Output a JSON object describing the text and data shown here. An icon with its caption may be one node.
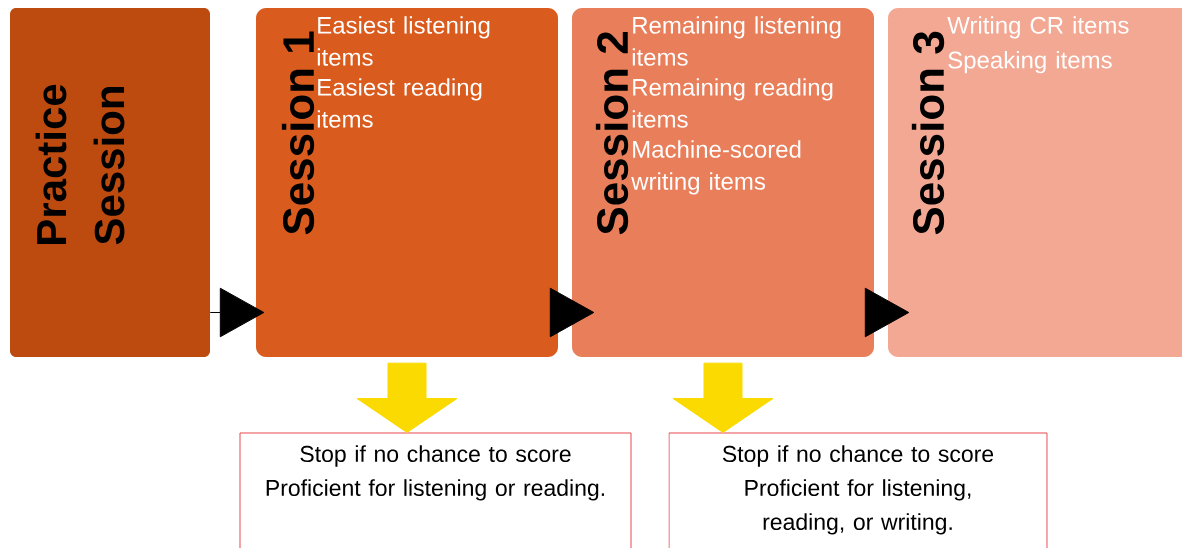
{
  "diagram": {
    "nodes": [
      {
        "text": [
          "Practice Session"
        ]
      },
      {
        "text": [
          "Session 1",
          "Easiest listening items",
          "Easiest reading items"
        ]
      },
      {
        "text": [
          "Session 2",
          "Remaining listening items",
          "Remaining reading items",
          "Machine-scored writing items"
        ]
      },
      {
        "text": [
          "Session 3",
          "Writing CR items",
          "Speaking items"
        ]
      },
      {
        "text": [
          "Stop if no chance to score Proficient for listening or reading."
        ]
      },
      {
        "text": [
          "Stop if no chance to score Proficient for listening, reading, or writing."
        ]
      }
    ],
    "edges": [
      {
        "from": 0,
        "to": 1,
        "arrow": "to",
        "color": "#000000"
      },
      {
        "from": 1,
        "to": 2,
        "arrow": "to",
        "color": "#000000"
      },
      {
        "from": 2,
        "to": 3,
        "arrow": "to",
        "color": "#000000"
      },
      {
        "from": 1,
        "to": 4,
        "arrow": "to",
        "color": "#fada00"
      },
      {
        "from": 2,
        "to": 5,
        "arrow": "to",
        "color": "#fada00"
      }
    ]
  }
}
